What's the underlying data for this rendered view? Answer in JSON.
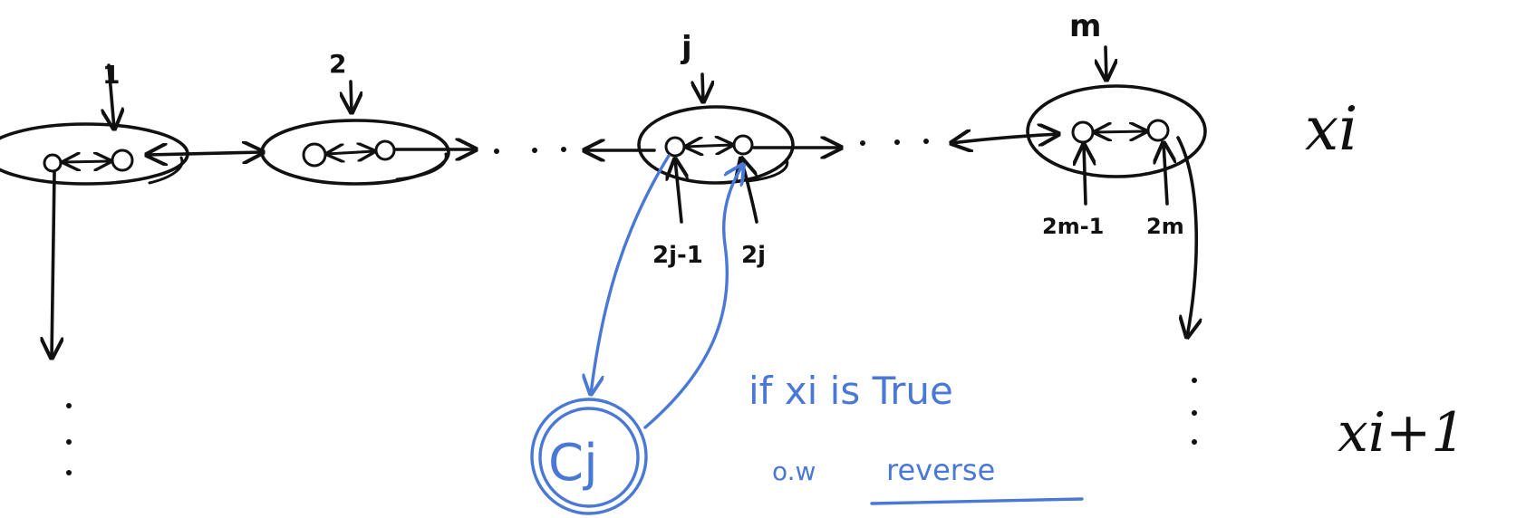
{
  "colors": {
    "ink": "#111111",
    "highlight": "#4a78d6"
  },
  "gadgets": [
    {
      "label": "1"
    },
    {
      "label": "2"
    },
    {
      "label": "j"
    },
    {
      "label": "m"
    }
  ],
  "entry_labels": {
    "j_left": "2j-1",
    "j_right": "2j",
    "m_left": "2m-1",
    "m_right": "2m"
  },
  "row_labels": {
    "current": "xi",
    "next": "xi+1"
  },
  "clause": {
    "label": "Cj"
  },
  "note": {
    "line1": "if xi is True",
    "line2": "o.w",
    "line2_emph": "reverse"
  }
}
